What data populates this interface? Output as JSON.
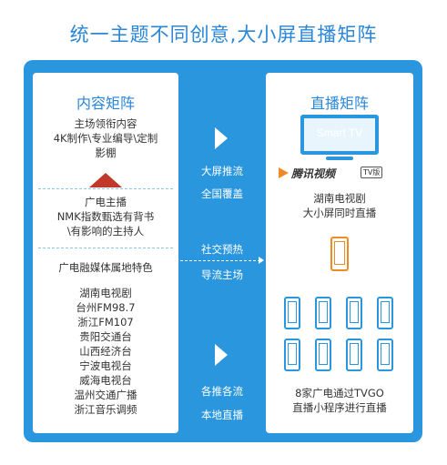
{
  "title": "统一主题不同创意,大小屏直播矩阵",
  "left": {
    "title": "内容矩阵",
    "block1": [
      "主场领衔内容",
      "4K制作\\专业编导\\定制",
      "影棚"
    ],
    "block2": [
      "广电主播",
      "NMK指数甄选有背书",
      "\\有影响的主持人"
    ],
    "block3_title": "广电融媒体属地特色",
    "stations": [
      "湖南电视剧",
      "台州FM98.7",
      "浙江FM107",
      "贵阳交通台",
      "山西经济台",
      "宁波电视台",
      "威海电视台",
      "温州交通广播",
      "浙江音乐调频"
    ]
  },
  "middle": {
    "g1": [
      "大屏推流",
      "全国覆盖"
    ],
    "g2": [
      "社交预热",
      "导流主场"
    ],
    "g3": [
      "各推各流",
      "本地直播"
    ]
  },
  "right": {
    "title": "直播矩阵",
    "tv_text": "Smart TV",
    "brand_name": "腾讯视频",
    "brand_badge": "TV版",
    "caption1": [
      "湖南电视剧",
      "大小屏同时直播"
    ],
    "caption2": [
      "8家广电通过TVGO",
      "直播小程序进行直播"
    ]
  },
  "colors": {
    "accent": "#2a96de",
    "triangle": "#c0392b",
    "phone_orange": "#f08a24"
  }
}
